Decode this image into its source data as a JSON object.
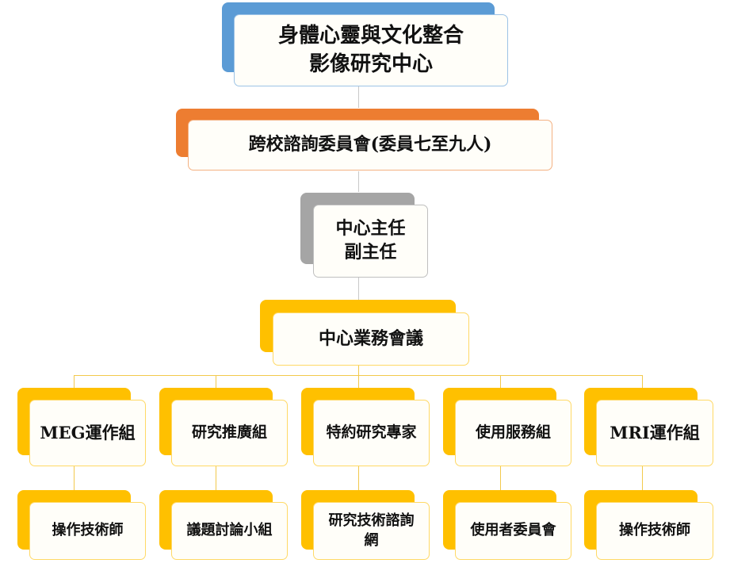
{
  "colors": {
    "blue": "#5b9bd5",
    "orange": "#ed7d31",
    "gray": "#a5a5a5",
    "yellow": "#ffc000"
  },
  "top": {
    "title_line1": "身體心靈與文化整合",
    "title_line2": "影像研究中心"
  },
  "committee": {
    "label": "跨校諮詢委員會(委員七至九人)"
  },
  "director": {
    "line1": "中心主任",
    "line2": "副主任"
  },
  "meeting": {
    "label": "中心業務會議"
  },
  "groups": [
    {
      "label": "MEG運作組",
      "sub": "操作技術師"
    },
    {
      "label": "研究推廣組",
      "sub": "議題討論小組"
    },
    {
      "label": "特約研究專家",
      "sub": "研究技術諮詢網"
    },
    {
      "label": "使用服務組",
      "sub": "使用者委員會"
    },
    {
      "label": "MRI運作組",
      "sub": "操作技術師"
    }
  ]
}
